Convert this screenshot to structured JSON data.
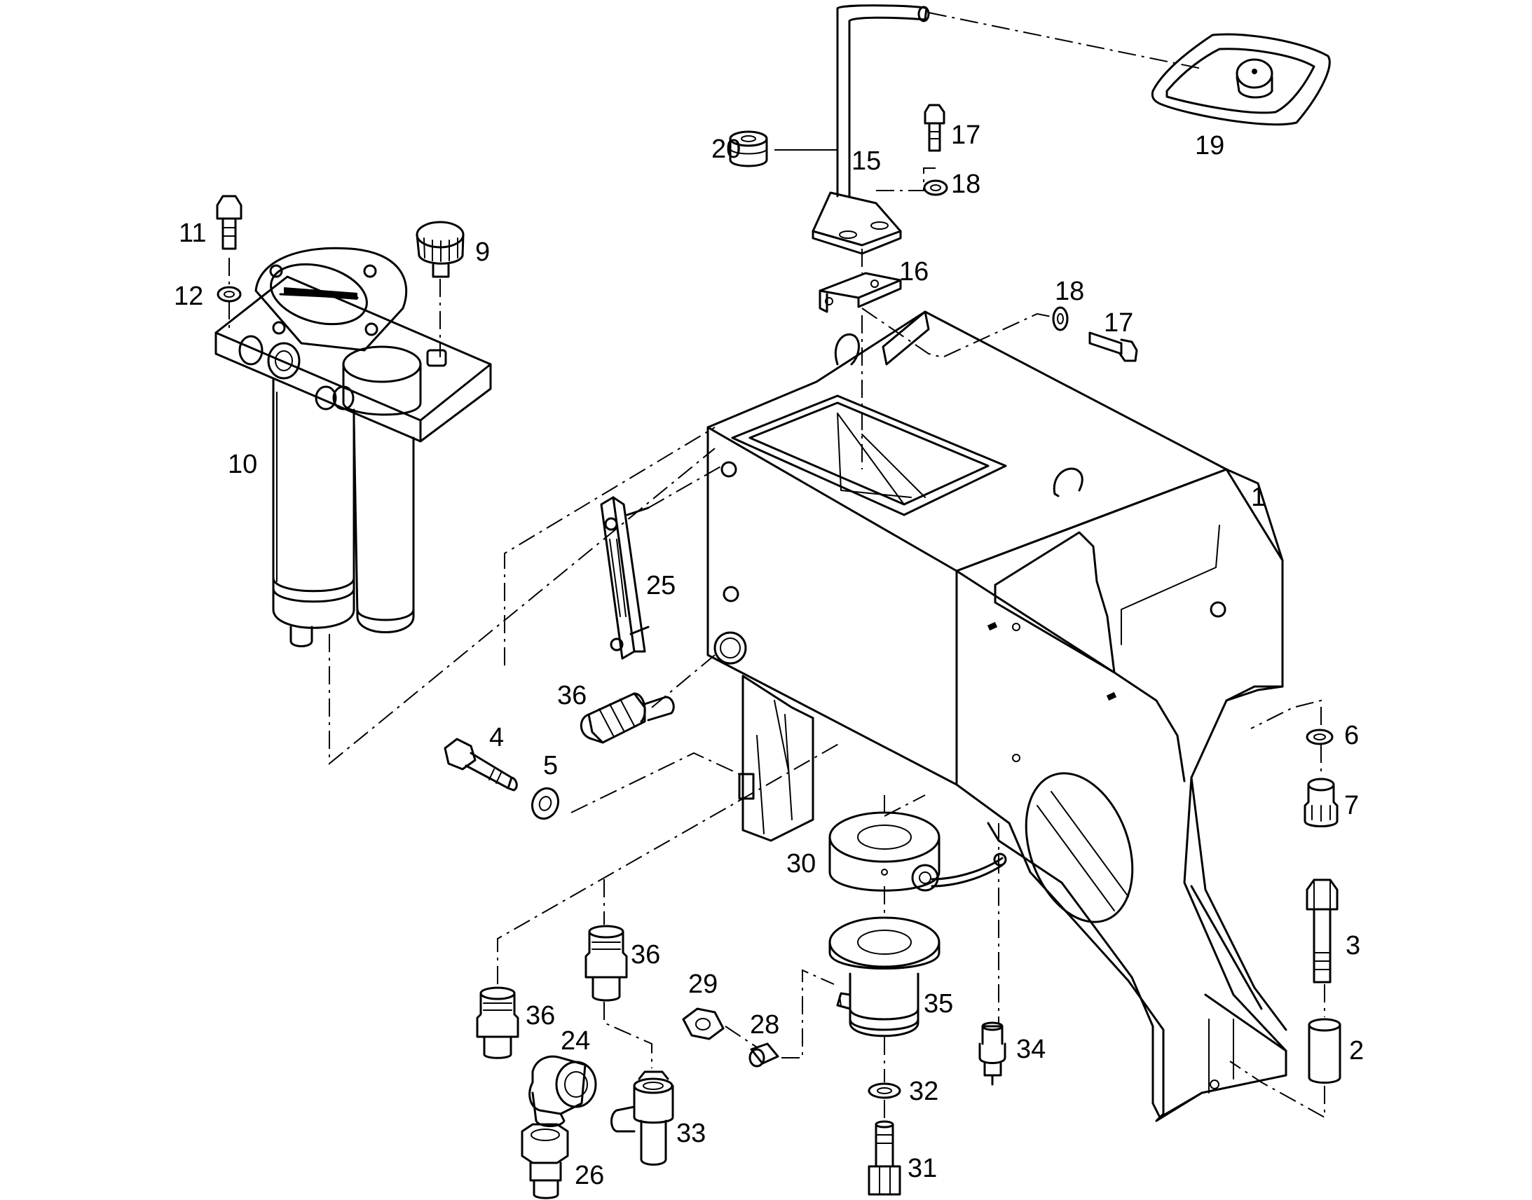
{
  "labels": {
    "p1": "1",
    "p2": "2",
    "p3": "3",
    "p4": "4",
    "p5": "5",
    "p6": "6",
    "p7": "7",
    "p9": "9",
    "p10": "10",
    "p11": "11",
    "p12": "12",
    "p15": "15",
    "p16": "16",
    "p17a": "17",
    "p17b": "17",
    "p18a": "18",
    "p18b": "18",
    "p19": "19",
    "p20": "20",
    "p24": "24",
    "p25": "25",
    "p26": "26",
    "p28": "28",
    "p29": "29",
    "p30": "30",
    "p31": "31",
    "p32": "32",
    "p33": "33",
    "p34": "34",
    "p35": "35",
    "p36a": "36",
    "p36b": "36",
    "p36c": "36"
  }
}
